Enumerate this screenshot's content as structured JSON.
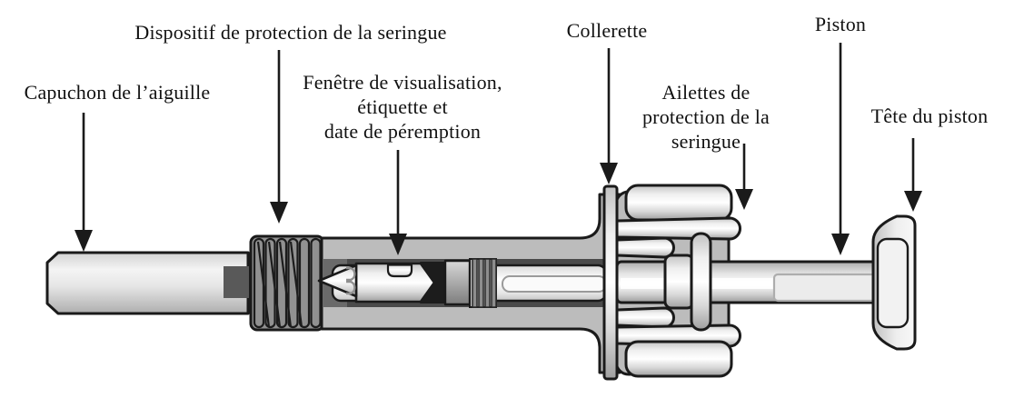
{
  "labels": {
    "capuchon": {
      "lines": [
        "Capuchon de l’aiguille"
      ]
    },
    "dispositif": {
      "lines": [
        "Dispositif de protection de la seringue"
      ]
    },
    "fenetre": {
      "lines": [
        "Fenêtre de visualisation,",
        "étiquette et",
        "date de péremption"
      ]
    },
    "collerette": {
      "lines": [
        "Collerette"
      ]
    },
    "ailettes": {
      "lines": [
        "Ailettes de",
        "protection de la",
        "seringue"
      ]
    },
    "piston": {
      "lines": [
        "Piston"
      ]
    },
    "tete_du_piston": {
      "lines": [
        "Tête du piston"
      ]
    }
  },
  "colors": {
    "outline": "#1a1a1a",
    "housing_gray": "#bcbcbc",
    "window_dark": "#4a4a4a",
    "window_left": "#6a6a6a",
    "grip_gray": "#919191",
    "cap_dark_band": "#595959",
    "background": "#ffffff",
    "text": "#111111"
  }
}
